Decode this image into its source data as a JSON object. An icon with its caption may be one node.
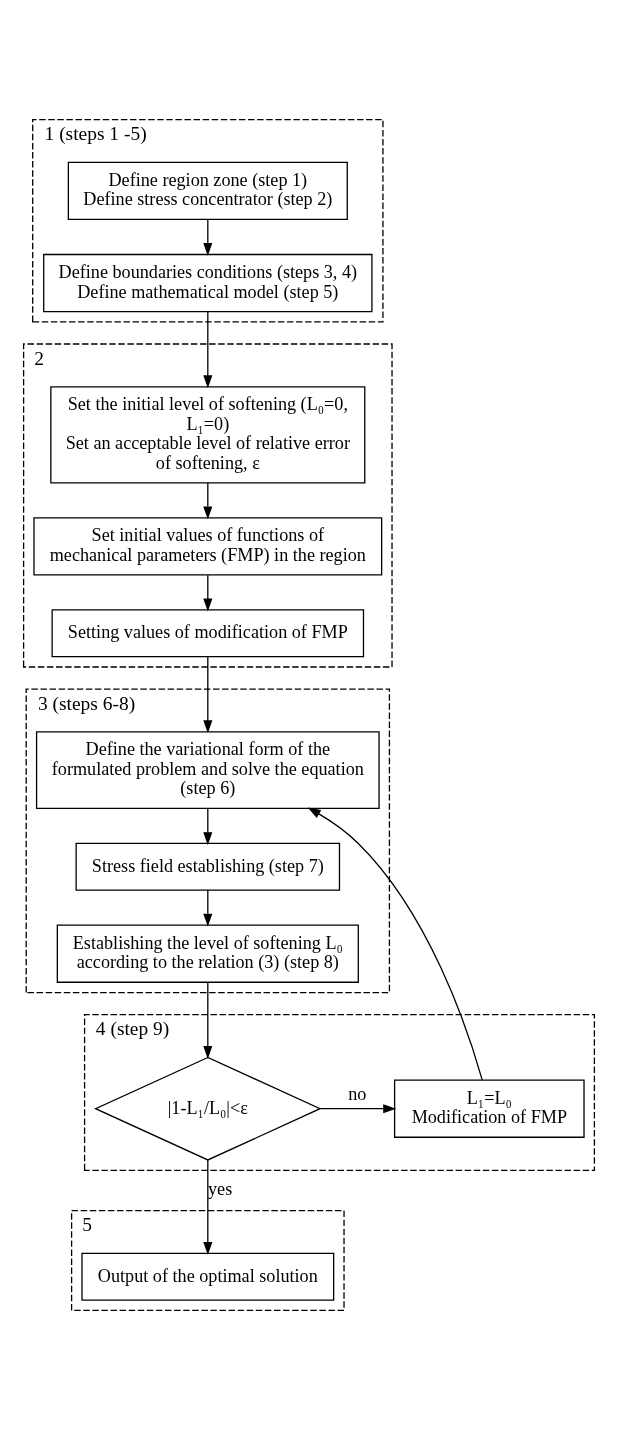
{
  "diagram": {
    "nodes": [
      {
        "text": [
          "1 (steps 1 -5)"
        ]
      },
      {
        "text": [
          "Define region zone (step 1)",
          "Define stress concentrator (step 2)"
        ],
        "in": 0
      },
      {
        "text": [
          "Define boundaries conditions (steps 3, 4)",
          "Define mathematical model (step 5)"
        ],
        "in": 0
      },
      {
        "text": [
          "2"
        ]
      },
      {
        "text": [
          "Set the initial level of softening (L₀=0, L₁=0)",
          "Set an acceptable level of relative error of softening, ε"
        ],
        "in": 3
      },
      {
        "text": [
          "Set initial values of functions of mechanical parameters (FMP) in the region"
        ],
        "in": 3
      },
      {
        "text": [
          "Setting values of modification of FMP"
        ],
        "in": 3
      },
      {
        "text": [
          "3 (steps 6-8)"
        ]
      },
      {
        "text": [
          "Define the variational form of the formulated problem and solve the equation (step 6)"
        ],
        "in": 7
      },
      {
        "text": [
          "Stress field establishing (step 7)"
        ],
        "in": 7
      },
      {
        "text": [
          "Establishing the level of softening L₀ according to the relation (3) (step 8)"
        ],
        "in": 7
      },
      {
        "text": [
          "4 (step 9)"
        ]
      },
      {
        "text": [
          "|1-L₁/L₀|<ε"
        ],
        "in": 11
      },
      {
        "text": [
          "L₁=L₀",
          "Modification of FMP"
        ],
        "in": 11
      },
      {
        "text": [
          "5"
        ]
      },
      {
        "text": [
          "Output of the optimal solution"
        ],
        "in": 14
      }
    ],
    "edges": [
      {
        "from": 1,
        "to": 2,
        "arrow": "to"
      },
      {
        "from": 2,
        "to": 4,
        "arrow": "to"
      },
      {
        "from": 4,
        "to": 5,
        "arrow": "to"
      },
      {
        "from": 5,
        "to": 6,
        "arrow": "to"
      },
      {
        "from": 6,
        "to": 8,
        "arrow": "to"
      },
      {
        "from": 8,
        "to": 9,
        "arrow": "to"
      },
      {
        "from": 9,
        "to": 10,
        "arrow": "to"
      },
      {
        "from": 10,
        "to": 12,
        "arrow": "to"
      },
      {
        "from": 12,
        "to": 13,
        "arrow": "to",
        "label": "no"
      },
      {
        "from": 13,
        "to": 8,
        "arrow": "to"
      },
      {
        "from": 12,
        "to": 15,
        "arrow": "to",
        "label": "yes"
      }
    ]
  }
}
